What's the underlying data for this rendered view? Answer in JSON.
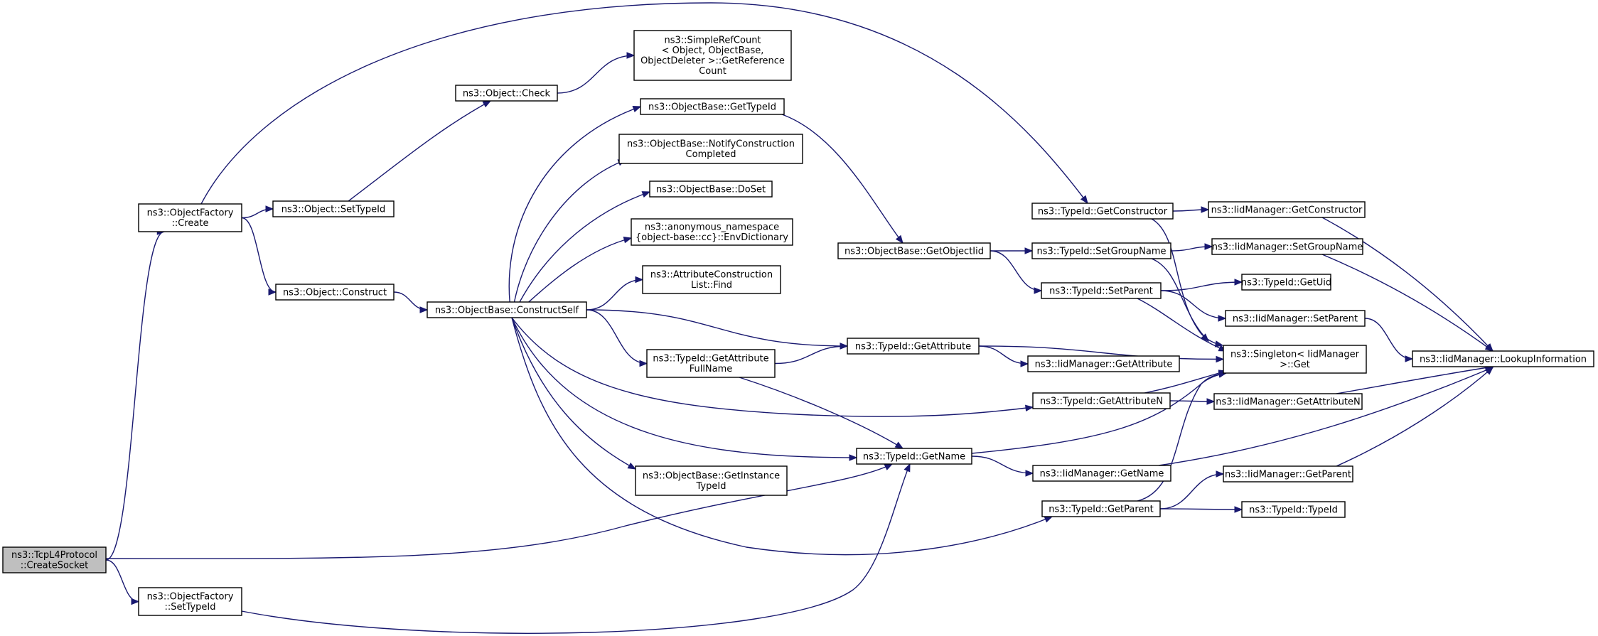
{
  "graph": {
    "colors": {
      "edge": "#191970",
      "root_fill": "#bfbfbf",
      "node_fill": "#ffffff",
      "node_border": "#000000"
    },
    "nodes": [
      {
        "id": "root",
        "lines": [
          "ns3::TcpL4Protocol",
          "::CreateSocket"
        ],
        "root": true
      },
      {
        "id": "of_create",
        "lines": [
          "ns3::ObjectFactory",
          "::Create"
        ]
      },
      {
        "id": "of_settypeid",
        "lines": [
          "ns3::ObjectFactory",
          "::SetTypeId"
        ]
      },
      {
        "id": "obj_settypeid",
        "lines": [
          "ns3::Object::SetTypeId"
        ]
      },
      {
        "id": "obj_construct",
        "lines": [
          "ns3::Object::Construct"
        ]
      },
      {
        "id": "obj_check",
        "lines": [
          "ns3::Object::Check"
        ]
      },
      {
        "id": "srefcount",
        "lines": [
          "ns3::SimpleRefCount",
          "< Object, ObjectBase,",
          " ObjectDeleter >::GetReference",
          "Count"
        ]
      },
      {
        "id": "ob_gettypeid",
        "lines": [
          "ns3::ObjectBase::GetTypeId"
        ]
      },
      {
        "id": "ob_notify",
        "lines": [
          "ns3::ObjectBase::NotifyConstruction",
          "Completed"
        ]
      },
      {
        "id": "ob_doset",
        "lines": [
          "ns3::ObjectBase::DoSet"
        ]
      },
      {
        "id": "anon_env",
        "lines": [
          "ns3::anonymous_namespace",
          "{object-base::cc}::EnvDictionary"
        ]
      },
      {
        "id": "acl_find",
        "lines": [
          "ns3::AttributeConstruction",
          "List::Find"
        ]
      },
      {
        "id": "ob_constructself",
        "lines": [
          "ns3::ObjectBase::ConstructSelf"
        ]
      },
      {
        "id": "tid_getattrfull",
        "lines": [
          "ns3::TypeId::GetAttribute",
          "FullName"
        ]
      },
      {
        "id": "ob_getinstance",
        "lines": [
          "ns3::ObjectBase::GetInstance",
          "TypeId"
        ]
      },
      {
        "id": "ob_getobjectiid",
        "lines": [
          "ns3::ObjectBase::GetObjectIid"
        ]
      },
      {
        "id": "tid_getattribute",
        "lines": [
          "ns3::TypeId::GetAttribute"
        ]
      },
      {
        "id": "tid_getname",
        "lines": [
          "ns3::TypeId::GetName"
        ]
      },
      {
        "id": "tid_getconstructor",
        "lines": [
          "ns3::TypeId::GetConstructor"
        ]
      },
      {
        "id": "tid_setgroupname",
        "lines": [
          "ns3::TypeId::SetGroupName"
        ]
      },
      {
        "id": "tid_setparent",
        "lines": [
          "ns3::TypeId::SetParent"
        ]
      },
      {
        "id": "iid_getattribute",
        "lines": [
          "ns3::IidManager::GetAttribute"
        ]
      },
      {
        "id": "tid_getattributen",
        "lines": [
          "ns3::TypeId::GetAttributeN"
        ]
      },
      {
        "id": "iid_getname",
        "lines": [
          "ns3::IidManager::GetName"
        ]
      },
      {
        "id": "tid_getparent",
        "lines": [
          "ns3::TypeId::GetParent"
        ]
      },
      {
        "id": "iid_getconstructor",
        "lines": [
          "ns3::IidManager::GetConstructor"
        ]
      },
      {
        "id": "iid_setgroupname",
        "lines": [
          "ns3::IidManager::SetGroupName"
        ]
      },
      {
        "id": "tid_getuid",
        "lines": [
          "ns3::TypeId::GetUid"
        ]
      },
      {
        "id": "iid_setparent",
        "lines": [
          "ns3::IidManager::SetParent"
        ]
      },
      {
        "id": "singleton_get",
        "lines": [
          "ns3::Singleton< IidManager",
          " >::Get"
        ]
      },
      {
        "id": "iid_getattributen",
        "lines": [
          "ns3::IidManager::GetAttributeN"
        ]
      },
      {
        "id": "iid_getparent",
        "lines": [
          "ns3::IidManager::GetParent"
        ]
      },
      {
        "id": "tid_typeid",
        "lines": [
          "ns3::TypeId::TypeId"
        ]
      },
      {
        "id": "iid_lookup",
        "lines": [
          "ns3::IidManager::LookupInformation"
        ]
      }
    ],
    "edges": [
      {
        "from": "root",
        "to": "of_create"
      },
      {
        "from": "root",
        "to": "tid_getname"
      },
      {
        "from": "root",
        "to": "of_settypeid"
      },
      {
        "from": "of_create",
        "to": "tid_getconstructor"
      },
      {
        "from": "of_create",
        "to": "obj_settypeid"
      },
      {
        "from": "of_create",
        "to": "obj_construct"
      },
      {
        "from": "of_settypeid",
        "to": "tid_getname"
      },
      {
        "from": "obj_settypeid",
        "to": "obj_check"
      },
      {
        "from": "obj_check",
        "to": "srefcount"
      },
      {
        "from": "obj_construct",
        "to": "ob_constructself"
      },
      {
        "from": "ob_constructself",
        "to": "ob_gettypeid"
      },
      {
        "from": "ob_constructself",
        "to": "ob_notify"
      },
      {
        "from": "ob_constructself",
        "to": "ob_doset"
      },
      {
        "from": "ob_constructself",
        "to": "anon_env"
      },
      {
        "from": "ob_constructself",
        "to": "acl_find"
      },
      {
        "from": "ob_constructself",
        "to": "tid_getattribute"
      },
      {
        "from": "ob_constructself",
        "to": "tid_getattrfull"
      },
      {
        "from": "ob_constructself",
        "to": "tid_getattributen"
      },
      {
        "from": "ob_constructself",
        "to": "tid_getname"
      },
      {
        "from": "ob_constructself",
        "to": "ob_getinstance"
      },
      {
        "from": "ob_constructself",
        "to": "tid_getparent"
      },
      {
        "from": "ob_gettypeid",
        "to": "ob_getobjectiid"
      },
      {
        "from": "ob_getobjectiid",
        "to": "tid_setgroupname"
      },
      {
        "from": "ob_getobjectiid",
        "to": "tid_setparent"
      },
      {
        "from": "tid_getattrfull",
        "to": "tid_getattribute"
      },
      {
        "from": "tid_getattrfull",
        "to": "tid_getname"
      },
      {
        "from": "tid_getattribute",
        "to": "singleton_get"
      },
      {
        "from": "tid_getattribute",
        "to": "iid_getattribute"
      },
      {
        "from": "tid_getname",
        "to": "singleton_get"
      },
      {
        "from": "tid_getname",
        "to": "iid_getname"
      },
      {
        "from": "tid_getconstructor",
        "to": "iid_getconstructor"
      },
      {
        "from": "tid_getconstructor",
        "to": "singleton_get"
      },
      {
        "from": "tid_setgroupname",
        "to": "iid_setgroupname"
      },
      {
        "from": "tid_setgroupname",
        "to": "singleton_get"
      },
      {
        "from": "tid_setparent",
        "to": "tid_getuid"
      },
      {
        "from": "tid_setparent",
        "to": "iid_setparent"
      },
      {
        "from": "tid_setparent",
        "to": "singleton_get"
      },
      {
        "from": "tid_getattributen",
        "to": "singleton_get"
      },
      {
        "from": "tid_getattributen",
        "to": "iid_getattributen"
      },
      {
        "from": "tid_getparent",
        "to": "iid_getparent"
      },
      {
        "from": "tid_getparent",
        "to": "tid_typeid"
      },
      {
        "from": "tid_getparent",
        "to": "singleton_get"
      },
      {
        "from": "iid_getconstructor",
        "to": "iid_lookup"
      },
      {
        "from": "iid_setgroupname",
        "to": "iid_lookup"
      },
      {
        "from": "iid_setparent",
        "to": "iid_lookup"
      },
      {
        "from": "iid_getattributen",
        "to": "iid_lookup"
      },
      {
        "from": "iid_getname",
        "to": "iid_lookup"
      },
      {
        "from": "iid_getparent",
        "to": "iid_lookup"
      }
    ]
  }
}
